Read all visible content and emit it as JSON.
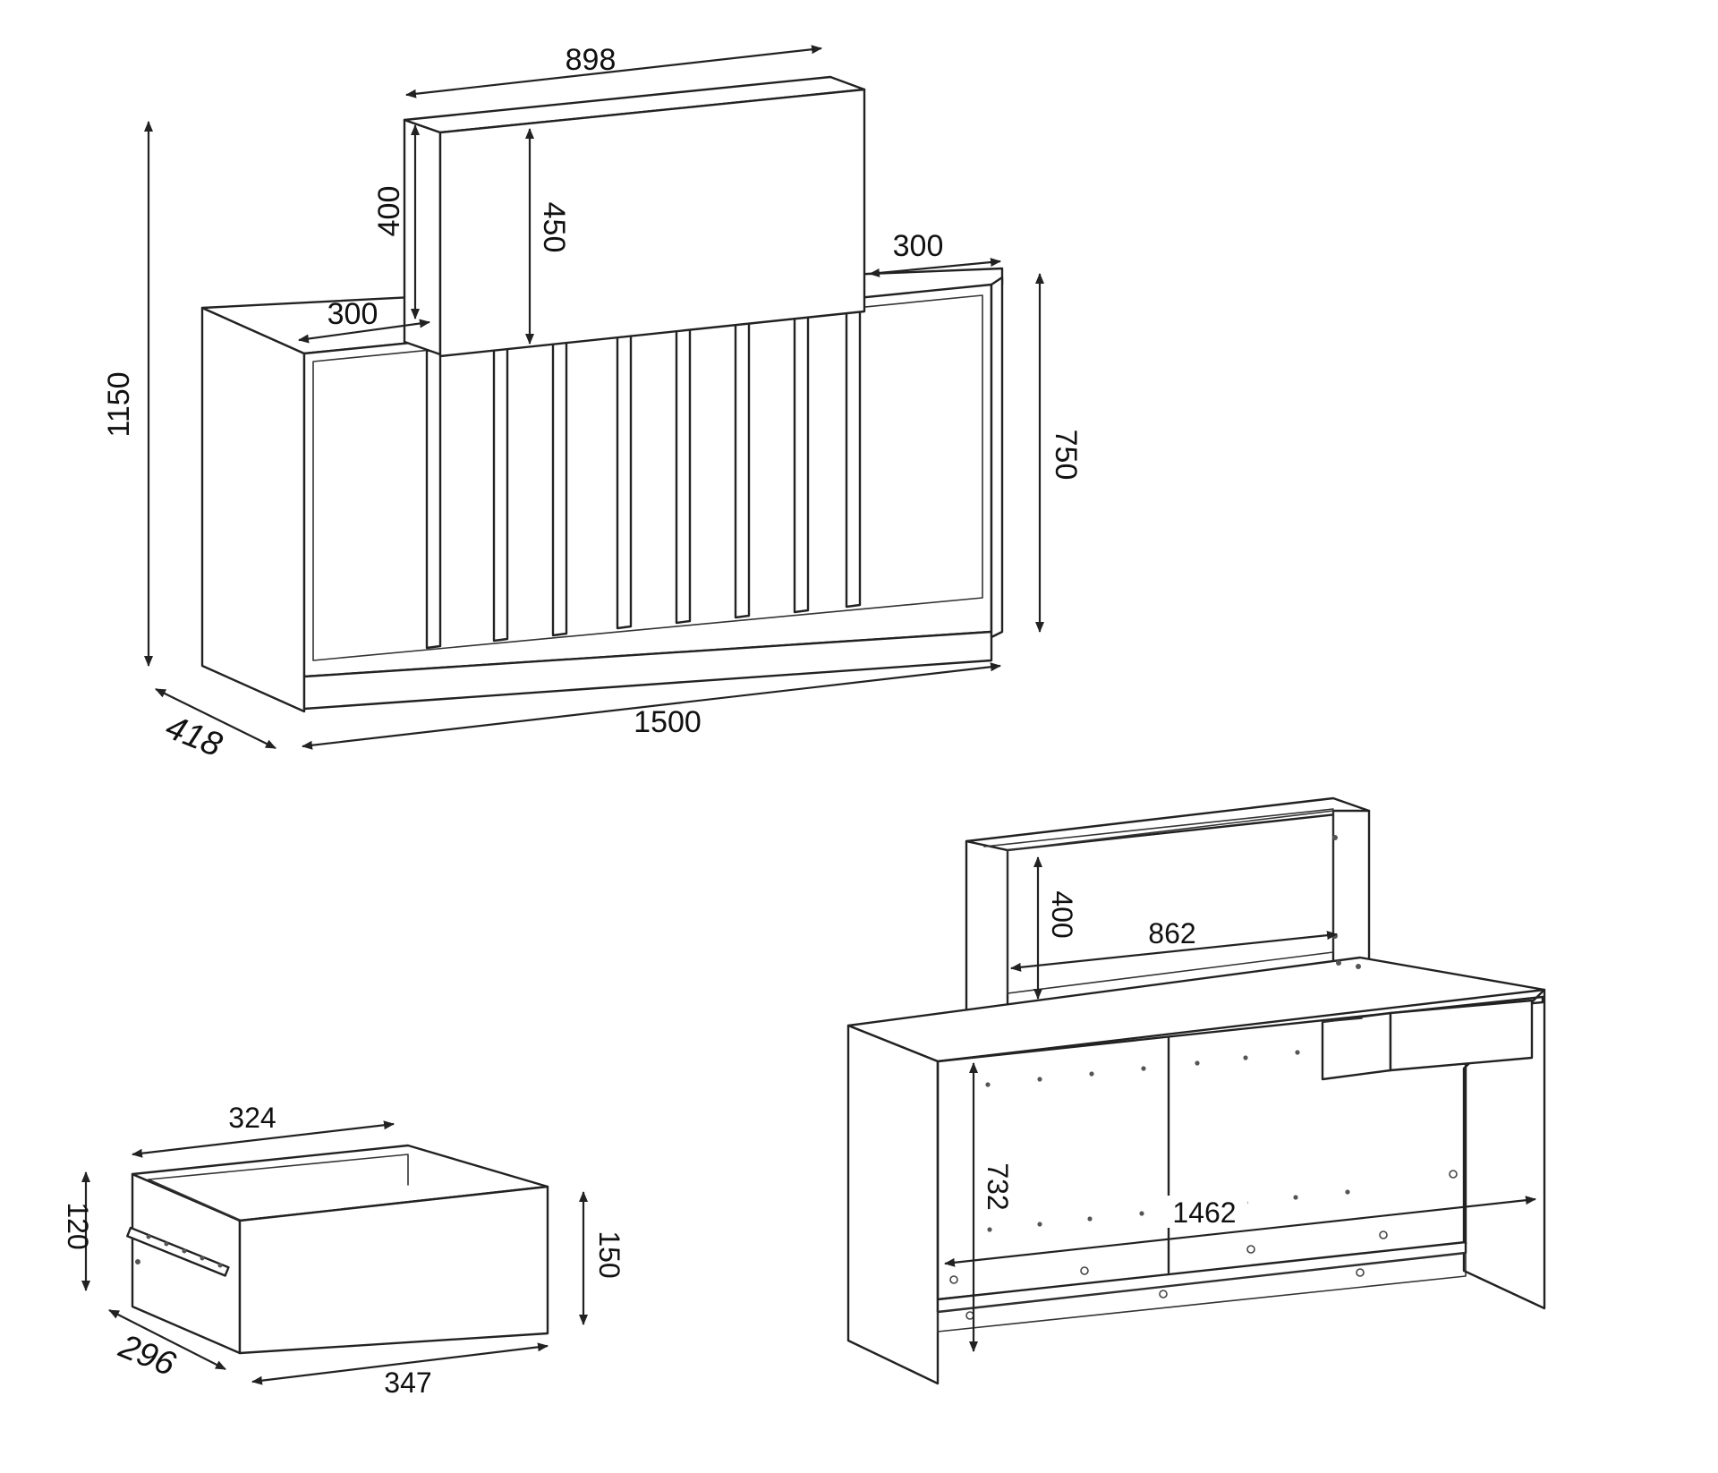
{
  "dimensions": {
    "top_width": "898",
    "top_height_left": "400",
    "top_height_inner": "450",
    "shelf_left": "300",
    "shelf_right": "300",
    "total_height": "1150",
    "cabinet_height": "750",
    "depth": "418",
    "total_width": "1500",
    "drawer_inner_width": "324",
    "drawer_inner_height": "120",
    "drawer_front_height": "150",
    "drawer_depth": "296",
    "drawer_front_width": "347",
    "back_top_height": "400",
    "back_top_width": "862",
    "back_inner_height": "732",
    "back_inner_width": "1462"
  },
  "colors": {
    "line": "#222222",
    "background": "#ffffff"
  }
}
